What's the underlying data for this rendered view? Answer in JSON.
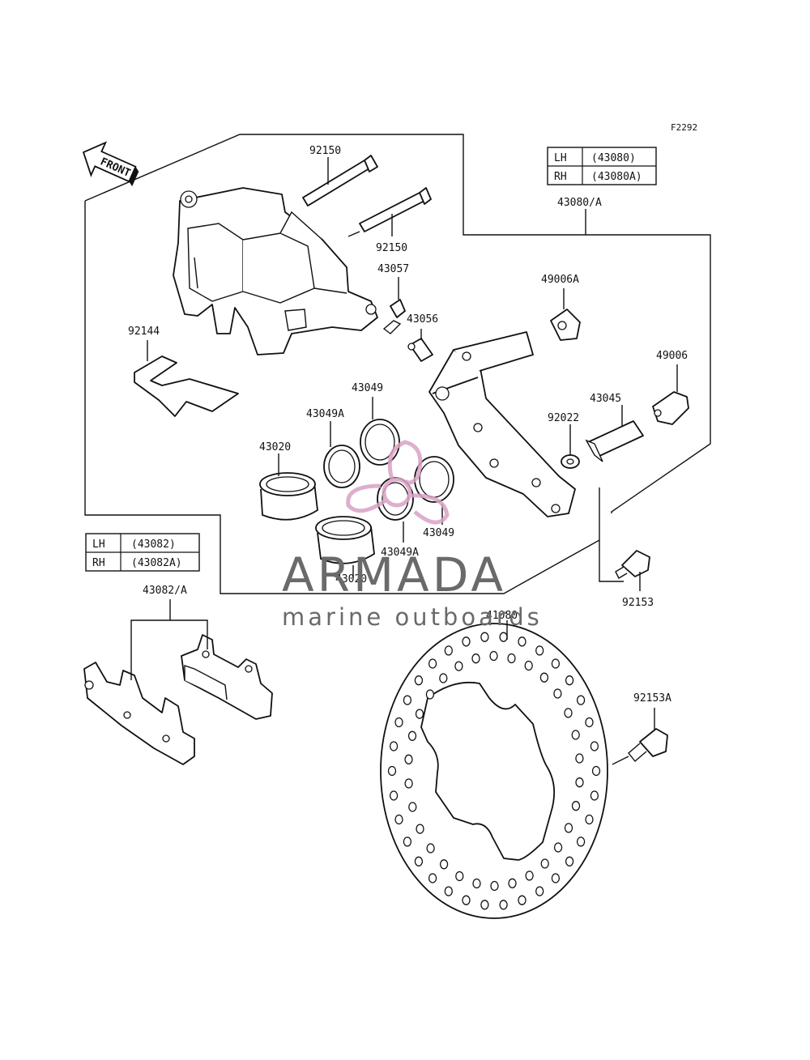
{
  "figure_ref": "F2292",
  "front_label": "FRONT",
  "caliper_table": {
    "rows": [
      {
        "side": "LH",
        "code": "(43080)"
      },
      {
        "side": "RH",
        "code": "(43080A)"
      }
    ]
  },
  "pad_table": {
    "rows": [
      {
        "side": "LH",
        "code": "(43082)"
      },
      {
        "side": "RH",
        "code": "(43082A)"
      }
    ]
  },
  "parts": {
    "p92150a": "92150",
    "p92150b": "92150",
    "p43080": "43080/A",
    "p43057": "43057",
    "p49006A": "49006A",
    "p43056": "43056",
    "p92144": "92144",
    "p49006": "49006",
    "p43049a": "43049",
    "p43045": "43045",
    "p43049Aa": "43049A",
    "p92022": "92022",
    "p43020a": "43020",
    "p43049b": "43049",
    "p43049Ab": "43049A",
    "p43020b": "43020",
    "p92153": "92153",
    "p43082": "43082/A",
    "p41080": "41080",
    "p92153A": "92153A"
  },
  "watermark": {
    "title": "ARMADA",
    "subtitle": "marine outboards",
    "logo_color": "#d9a2c4"
  }
}
